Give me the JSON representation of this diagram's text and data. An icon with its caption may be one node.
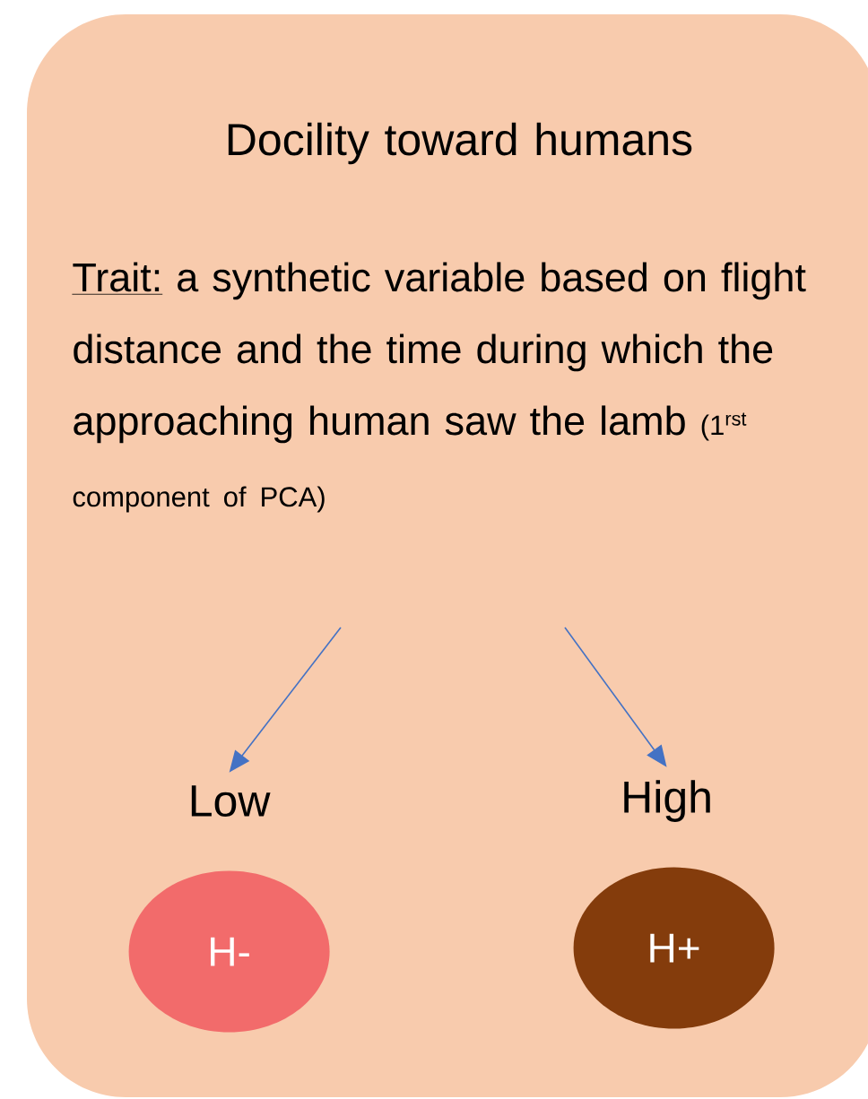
{
  "diagram": {
    "nodes": [
      {
        "text": [
          "Docility toward humans",
          "Trait:",
          "a synthetic variable based on flight distance and the time during which the approaching human saw the lamb",
          "(1$^{rst}$ component of PCA)"
        ]
      },
      {
        "text": [
          "Low"
        ],
        "in": 0
      },
      {
        "text": [
          "High"
        ],
        "in": 0
      },
      {
        "text": [
          "H-"
        ],
        "in": 0
      },
      {
        "text": [
          "H+"
        ],
        "in": 0
      }
    ],
    "edges": [
      {
        "from": null,
        "to": 1,
        "arrow": "to"
      },
      {
        "from": null,
        "to": 2,
        "arrow": "to"
      }
    ]
  }
}
